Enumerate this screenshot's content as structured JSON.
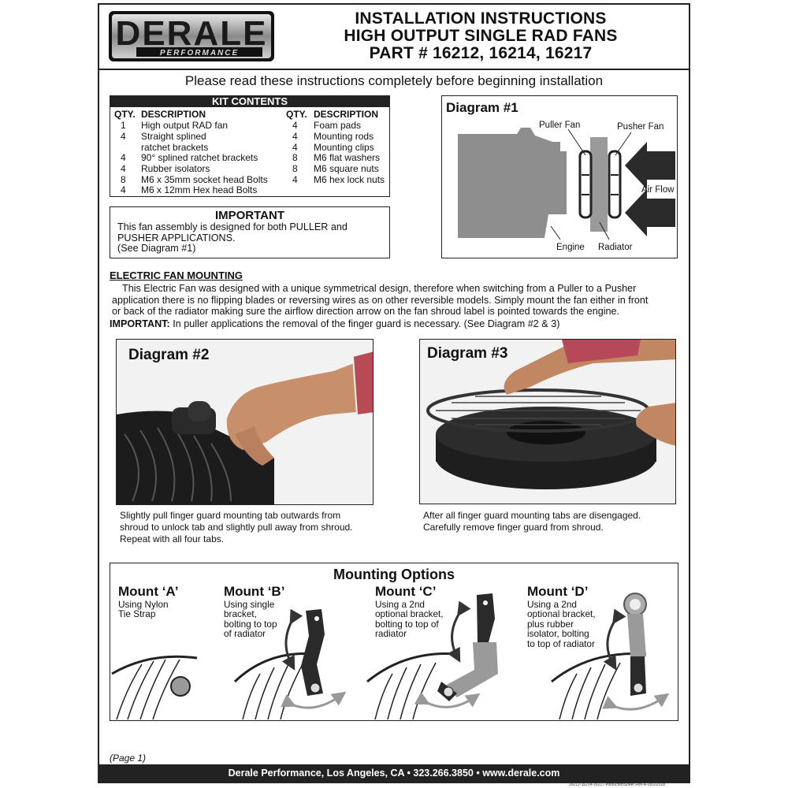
{
  "header": {
    "brand": "DERALE",
    "brand_sub": "PERFORMANCE",
    "title_lines": [
      "INSTALLATION INSTRUCTIONS",
      "HIGH OUTPUT SINGLE RAD FANS",
      "PART # 16212, 16214, 16217"
    ]
  },
  "intro": "Please read these instructions completely before beginning installation",
  "kit": {
    "heading": "KIT CONTENTS",
    "col_qty": "QTY.",
    "col_desc": "DESCRIPTION",
    "left": [
      {
        "qty": "1",
        "desc": "High output RAD fan"
      },
      {
        "qty": "4",
        "desc": "Straight splined"
      },
      {
        "qty": "",
        "desc": "ratchet brackets"
      },
      {
        "qty": "4",
        "desc": "90° splined ratchet brackets"
      },
      {
        "qty": "4",
        "desc": "Rubber isolators"
      },
      {
        "qty": "8",
        "desc": "M6 x 35mm socket head Bolts"
      },
      {
        "qty": "4",
        "desc": "M6 x 12mm Hex head Bolts"
      }
    ],
    "right": [
      {
        "qty": "4",
        "desc": "Foam pads"
      },
      {
        "qty": "4",
        "desc": "Mounting rods"
      },
      {
        "qty": "4",
        "desc": "Mounting clips"
      },
      {
        "qty": "8",
        "desc": "M6 flat washers"
      },
      {
        "qty": "8",
        "desc": "M6 square nuts"
      },
      {
        "qty": "4",
        "desc": "M6 hex lock nuts"
      }
    ]
  },
  "important_box": {
    "heading": "IMPORTANT",
    "lines": [
      "This fan assembly is designed for both PULLER and",
      "PUSHER  APPLICATIONS.",
      "(See Diagram #1)"
    ]
  },
  "diagram1": {
    "title": "Diagram #1",
    "puller": "Puller Fan",
    "pusher": "Pusher Fan",
    "airflow": "Air Flow",
    "engine": "Engine",
    "radiator": "Radiator"
  },
  "mounting": {
    "heading": "ELECTRIC FAN MOUNTING",
    "paragraph_lines": [
      "This Electric Fan was designed with a unique symmetrical design, therefore when switching from a Puller to a Pusher",
      "application there is no flipping blades or reversing wires as on other reversible models. Simply mount the fan either in front",
      "or back of the radiator making sure the airflow direction arrow on the fan shroud label is pointed towards the engine."
    ],
    "important_label": "IMPORTANT:",
    "important_text": " In puller applications the removal of the finger guard is necessary.  (See Diagram #2 & 3)"
  },
  "diagram2": {
    "title": "Diagram #2",
    "caption_lines": [
      "Slightly pull finger guard mounting tab outwards from",
      "shroud to unlock tab and slightly pull away from shroud.",
      "Repeat with all four tabs."
    ]
  },
  "diagram3": {
    "title": "Diagram #3",
    "caption_lines": [
      "After all finger guard mounting tabs are disengaged.",
      "Carefully remove finger guard from shroud."
    ]
  },
  "options": {
    "heading": "Mounting Options",
    "mounts": [
      {
        "name": "Mount ‘A’",
        "lines": [
          "Using Nylon",
          "Tie Strap"
        ]
      },
      {
        "name": "Mount ‘B’",
        "lines": [
          "Using single",
          "bracket,",
          "bolting to top",
          "of radiator"
        ]
      },
      {
        "name": "Mount ‘C’",
        "lines": [
          "Using a 2nd",
          "optional bracket,",
          "bolting to top of",
          "radiator"
        ]
      },
      {
        "name": "Mount ‘D’",
        "lines": [
          "Using a 2nd",
          "optional bracket,",
          "plus rubber",
          "isolator, bolting",
          "to top of radiator"
        ]
      }
    ]
  },
  "page_label": "(Page 1)",
  "footer": "Derale Performance, Los Angeles, CA  •  323.266.3850  •  www.derale.com",
  "revision": "16212-16214-16217-InstructionSheet    Rev-A-09102018"
}
